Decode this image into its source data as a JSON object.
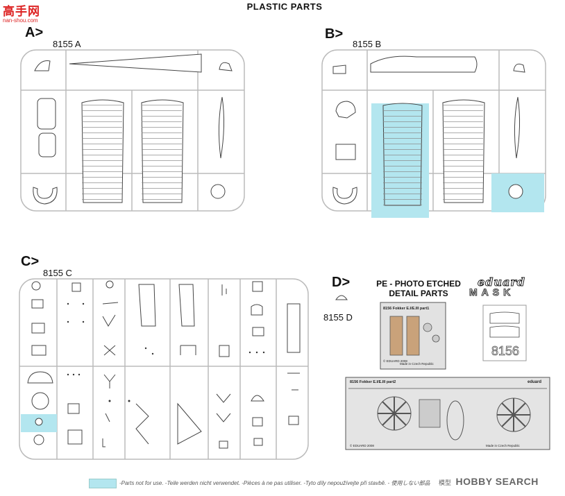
{
  "logo": {
    "cn": "高手网",
    "url": "nan-shou.com"
  },
  "page_title": "PLASTIC PARTS",
  "sections": {
    "A": {
      "letter": "A>",
      "code": "8155 A"
    },
    "B": {
      "letter": "B>",
      "code": "8155 B"
    },
    "C": {
      "letter": "C>",
      "code": "8155 C"
    },
    "D": {
      "letter": "D>",
      "code": "8155 D"
    }
  },
  "pe": {
    "line1": "PE - PHOTO ETCHED",
    "line2": "DETAIL PARTS"
  },
  "mask": {
    "brand": "eduard",
    "word": "MASK",
    "number": "8156"
  },
  "pe_fret1": {
    "header": "8156  Fokker E.I/E.III  part1",
    "footer1": "© EDUARD 2008",
    "footer2": "Made in Czech Republic"
  },
  "pe_fret2": {
    "header": "8156  Fokker E.I/E.III  part2",
    "brand": "eduard",
    "footer1": "© EDUARD 2008",
    "footer2": "Made in Czech Republic"
  },
  "legend": {
    "color": "#b3e6ef",
    "text": "-Parts not for use.  -Teile werden nicht verwendet.  -Pièces à ne pas utiliser.  -Tyto díly nepoužívejte při stavbě.  -  使用しない部品"
  },
  "watermark": {
    "cn": "模型",
    "brand": "HOBBY SEARCH"
  },
  "colors": {
    "unused_part": "#b3e6ef",
    "runner": "#b9b9b9",
    "part_line": "#444444"
  }
}
